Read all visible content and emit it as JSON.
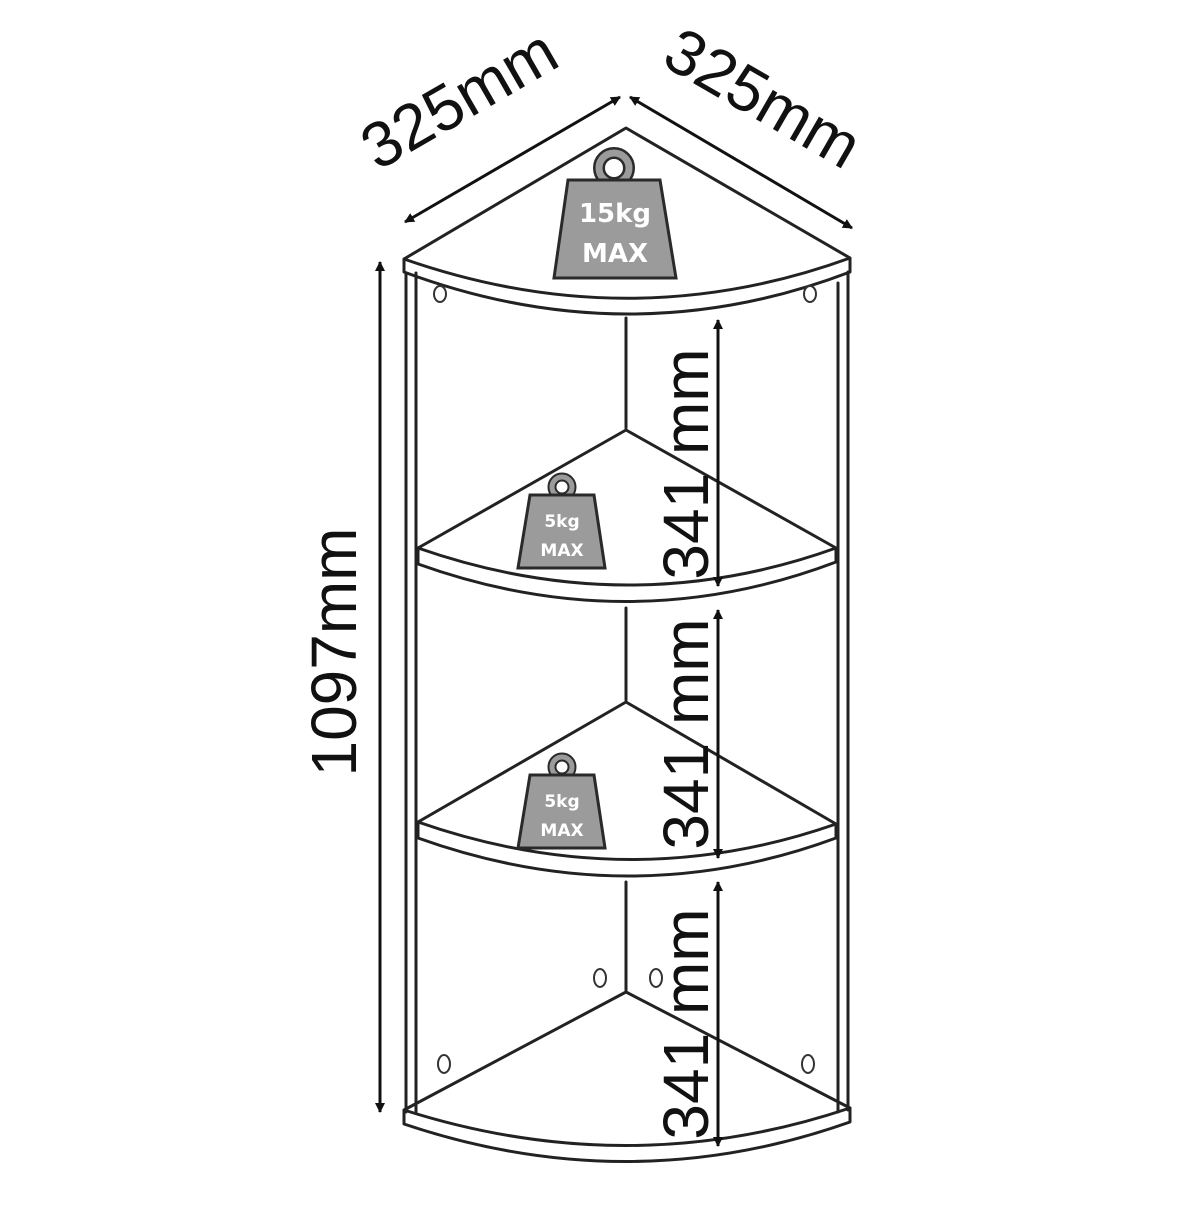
{
  "dimensions": {
    "width_left": "325mm",
    "width_right": "325mm",
    "total_height": "1097mm",
    "gap_top": "341 mm",
    "gap_middle": "341 mm",
    "gap_bottom": "341 mm"
  },
  "weights": {
    "top": {
      "value": "15kg",
      "max": "MAX"
    },
    "shelf_1": {
      "value": "5kg",
      "max": "MAX"
    },
    "shelf_2": {
      "value": "5kg",
      "max": "MAX"
    }
  },
  "colors": {
    "line": "#222222",
    "weight_fill": "#9b9b9b",
    "weight_text": "#ffffff"
  }
}
